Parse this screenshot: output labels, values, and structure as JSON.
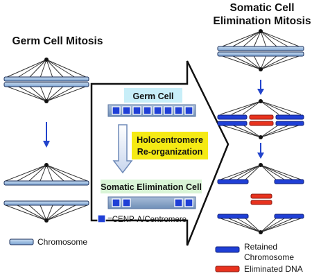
{
  "titles": {
    "left": "Germ Cell Mitosis",
    "right_line1": "Somatic Cell",
    "right_line2": "Elimination Mitosis"
  },
  "center": {
    "germ_cell_label": "Germ Cell",
    "reorg_line1": "Holocentromere",
    "reorg_line2": "Re-organization",
    "somatic_label": "Somatic Elimination Cell",
    "centromere_key": "=CENP-A/Centromere"
  },
  "legend": {
    "chromosome": "Chromosome",
    "retained_line1": "Retained",
    "retained_line2": "Chromosome",
    "eliminated": "Eliminated DNA"
  },
  "colors": {
    "chromosome_light": "#8fb4dc",
    "retained_blue": "#1f3fd6",
    "eliminated_red": "#e8321e",
    "germ_label_bg": "#c8eef8",
    "reorg_bg": "#f5ea14",
    "somatic_label_bg": "#d9f4d6",
    "arrow_blue": "#2244cc"
  }
}
